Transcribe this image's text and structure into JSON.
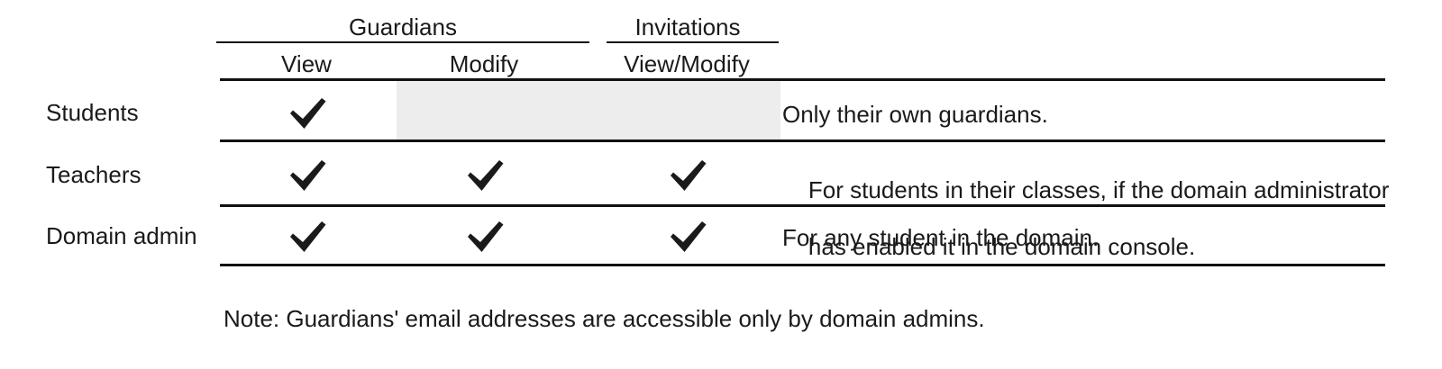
{
  "table": {
    "column_groups": [
      {
        "label": "Guardians",
        "span_columns": [
          "View",
          "Modify"
        ]
      },
      {
        "label": "Invitations",
        "span_columns": [
          "View/Modify"
        ]
      }
    ],
    "columns": [
      {
        "key": "role",
        "label": ""
      },
      {
        "key": "guardians_view",
        "label": "View",
        "group": "Guardians"
      },
      {
        "key": "guardians_modify",
        "label": "Modify",
        "group": "Guardians"
      },
      {
        "key": "invitations_view_modify",
        "label": "View/Modify",
        "group": "Invitations"
      },
      {
        "key": "details",
        "label": ""
      }
    ],
    "rows": [
      {
        "role": "Students",
        "guardians_view": "check",
        "guardians_modify": "none",
        "invitations_view_modify": "none",
        "shaded_cells": [
          "guardians_modify",
          "invitations_view_modify"
        ],
        "details": "Only their own guardians."
      },
      {
        "role": "Teachers",
        "guardians_view": "check",
        "guardians_modify": "check",
        "invitations_view_modify": "check",
        "shaded_cells": [],
        "details_line1": "For students in their classes, if the domain administrator",
        "details_line2": "has enabled it in the domain console.",
        "details": "For students in their classes, if the domain administrator has enabled it in the domain console."
      },
      {
        "role": "Domain admin",
        "guardians_view": "check",
        "guardians_modify": "check",
        "invitations_view_modify": "check",
        "shaded_cells": [],
        "details": "For any student in the domain."
      }
    ]
  },
  "footnote": {
    "text": "Note: Guardians' email addresses are accessible only by domain admins."
  },
  "icons": {
    "check_mark": "heavy-check-mark"
  },
  "colors": {
    "rule": "#111111",
    "text": "#1a1a1a",
    "shaded_cell": "#ededed",
    "background": "#ffffff"
  }
}
